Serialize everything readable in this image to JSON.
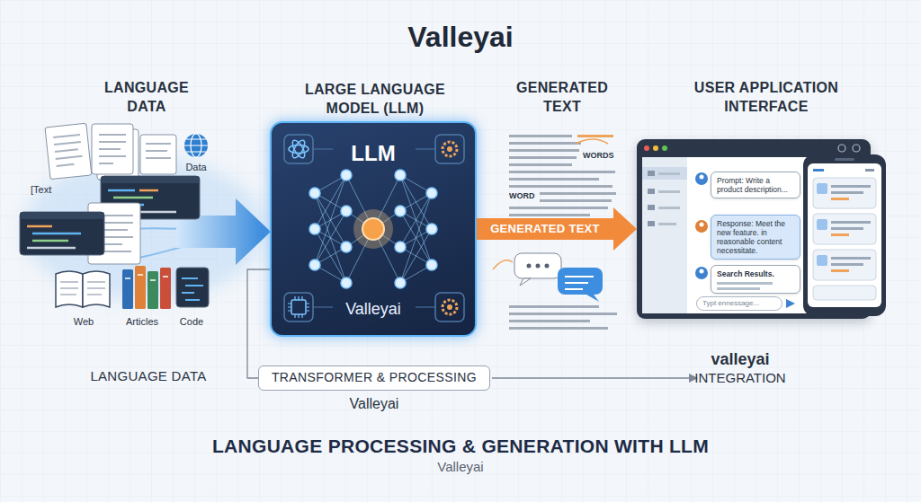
{
  "diagram": {
    "title": "Valleyai",
    "caption": "LANGUAGE PROCESSING & GENERATION WITH LLM",
    "nodes": [
      {
        "text": [
          "LARGE LANGUAGE MODEL (LLM)",
          "LLM",
          "Valleyai"
        ]
      },
      {
        "text": [
          "USER APPLICATION INTERFACE"
        ]
      },
      {
        "text": [
          "Prompt: Write a product description..."
        ],
        "in": 1
      },
      {
        "text": [
          "Response: Meet the new feature. in reasonable content necessitate."
        ],
        "in": 1
      },
      {
        "text": [
          "Search Results."
        ],
        "in": 1
      },
      {
        "text": [
          "Typt ennessage..."
        ],
        "in": 1
      },
      {
        "text": [
          "TRANSFORMER & PROCESSING",
          "Valleyai"
        ]
      }
    ],
    "edges": [
      {
        "from": 0,
        "to": 1,
        "label": "GENERATED TEXT",
        "arrow": "to"
      },
      {
        "from": 0,
        "to": 6,
        "arrow": "none"
      }
    ],
    "labels": [
      "LANGUAGE DATA",
      "[Text",
      "Data",
      "Web",
      "Articles",
      "Code",
      "GENERATED TEXT",
      "WORDS",
      "WORD",
      "LANGUAGE DATA",
      "valleyai",
      "INTEGRATION",
      "Valleyai"
    ]
  }
}
